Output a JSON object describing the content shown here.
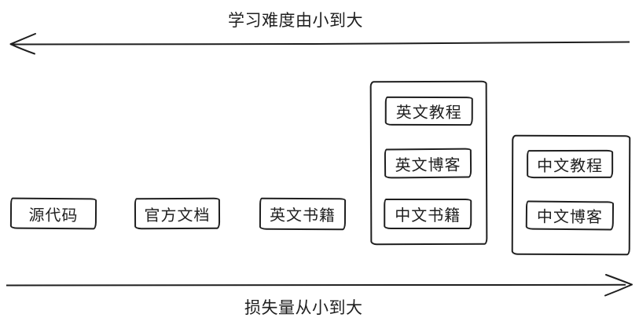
{
  "diagram": {
    "background_color": "#ffffff",
    "stroke_color": "#1f1f1f",
    "top_axis": {
      "label": "学习难度由小到大",
      "arrow_direction": "left"
    },
    "bottom_axis": {
      "label": "损失量从小到大",
      "arrow_direction": "right"
    },
    "boxes": [
      {
        "label": "源代码"
      },
      {
        "label": "官方文档"
      },
      {
        "label": "英文书籍"
      }
    ],
    "groups": [
      {
        "name": "english-advanced-group",
        "items": [
          {
            "label": "英文教程"
          },
          {
            "label": "英文博客"
          },
          {
            "label": "中文书籍"
          }
        ]
      },
      {
        "name": "chinese-group",
        "items": [
          {
            "label": "中文教程"
          },
          {
            "label": "中文博客"
          }
        ]
      }
    ]
  }
}
